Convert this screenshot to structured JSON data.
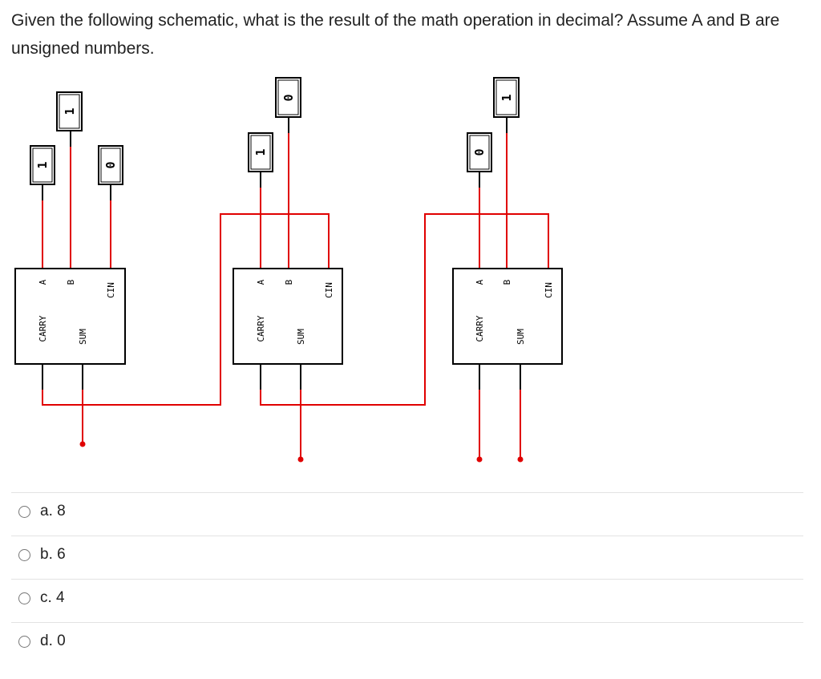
{
  "question": {
    "text": "Given the following schematic, what is the result of the math operation in decimal? Assume A and B are unsigned numbers."
  },
  "schematic": {
    "wire_color": "#e00000",
    "pin_labels": {
      "a": "A",
      "b": "B",
      "cin": "CIN",
      "carry": "CARRY",
      "sum": "SUM"
    },
    "inputs": {
      "adder1_a": "1",
      "adder1_b": "1",
      "adder1_cin": "0",
      "adder2_a": "1",
      "adder2_b": "0",
      "adder3_a": "0",
      "adder3_b": "1"
    }
  },
  "options": [
    {
      "label": "a. 8"
    },
    {
      "label": "b. 6"
    },
    {
      "label": "c. 4"
    },
    {
      "label": "d. 0"
    }
  ]
}
